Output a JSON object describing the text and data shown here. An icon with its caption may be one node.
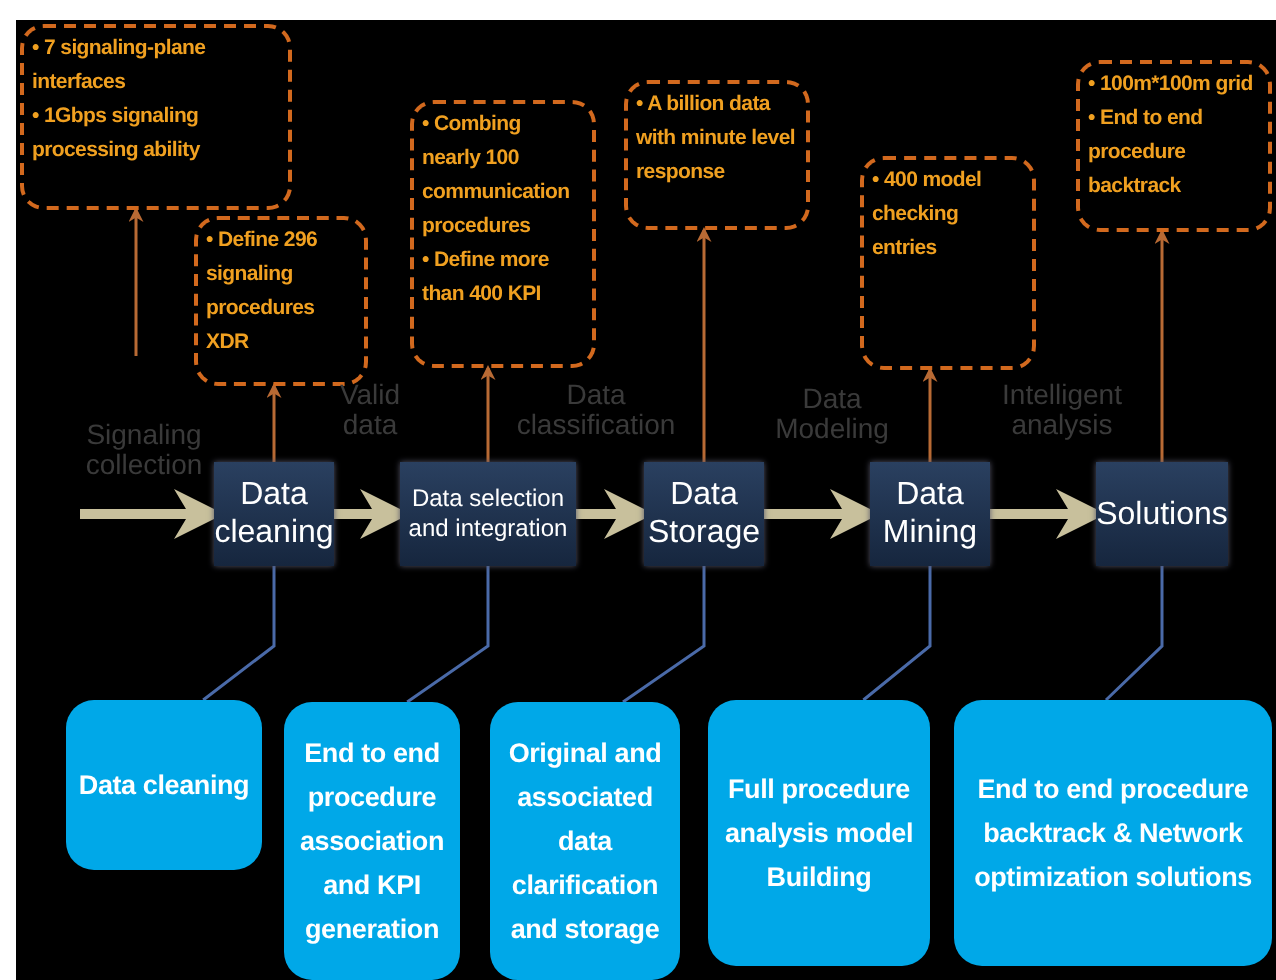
{
  "diagram": {
    "nodes": [
      {
        "text": [
          "• 7 signaling-plane interfaces",
          "• 1Gbps signaling processing ability"
        ]
      },
      {
        "text": [
          "• Define 296 signaling procedures XDR"
        ]
      },
      {
        "text": [
          "• Combing nearly 100 communication procedures",
          "• Define more than 400  KPI"
        ]
      },
      {
        "text": [
          "• A billion data with minute level response"
        ]
      },
      {
        "text": [
          "• 400 model checking entries"
        ]
      },
      {
        "text": [
          "• 100m*100m grid",
          "• End to end procedure backtrack"
        ]
      },
      {
        "text": [
          "Data cleaning"
        ]
      },
      {
        "text": [
          "Data selection and integration"
        ]
      },
      {
        "text": [
          "Data Storage"
        ]
      },
      {
        "text": [
          "Data Mining"
        ]
      },
      {
        "text": [
          "Solutions"
        ]
      },
      {
        "text": [
          "Data cleaning"
        ]
      },
      {
        "text": [
          "End to end procedure association and KPI generation"
        ]
      },
      {
        "text": [
          "Original and associated data clarification and storage"
        ]
      },
      {
        "text": [
          "Full procedure analysis model Building"
        ]
      },
      {
        "text": [
          "End to end procedure backtrack & Network optimization solutions"
        ]
      }
    ],
    "edges": [
      {
        "from": null,
        "to": 6,
        "arrow": "to",
        "label": "Signaling collection",
        "style": "thick",
        "color": "#c8c09c"
      },
      {
        "from": 6,
        "to": 7,
        "arrow": "to",
        "label": "Valid data",
        "style": "thick",
        "color": "#c8c09c"
      },
      {
        "from": 7,
        "to": 8,
        "arrow": "to",
        "label": "Data classification",
        "style": "thick",
        "color": "#c8c09c"
      },
      {
        "from": 8,
        "to": 9,
        "arrow": "to",
        "label": "Data Modeling",
        "style": "thick",
        "color": "#c8c09c"
      },
      {
        "from": 9,
        "to": 10,
        "arrow": "to",
        "label": "Intelligent analysis",
        "style": "thick",
        "color": "#c8c09c"
      },
      {
        "from": null,
        "to": 0,
        "arrow": "to",
        "color": "#b86a34"
      },
      {
        "from": 6,
        "to": 1,
        "arrow": "to",
        "color": "#b86a34"
      },
      {
        "from": 7,
        "to": 2,
        "arrow": "to",
        "color": "#b86a34"
      },
      {
        "from": 8,
        "to": 3,
        "arrow": "to",
        "color": "#b86a34"
      },
      {
        "from": 9,
        "to": 4,
        "arrow": "to",
        "color": "#b86a34"
      },
      {
        "from": 10,
        "to": 5,
        "arrow": "to",
        "color": "#b86a34"
      },
      {
        "from": 6,
        "to": 11,
        "arrow": "none",
        "color": "#4a6aa8"
      },
      {
        "from": 7,
        "to": 12,
        "arrow": "none",
        "color": "#4a6aa8"
      },
      {
        "from": 8,
        "to": 13,
        "arrow": "none",
        "color": "#4a6aa8"
      },
      {
        "from": 9,
        "to": 14,
        "arrow": "none",
        "color": "#4a6aa8"
      },
      {
        "from": 10,
        "to": 15,
        "arrow": "none",
        "color": "#4a6aa8"
      }
    ]
  }
}
